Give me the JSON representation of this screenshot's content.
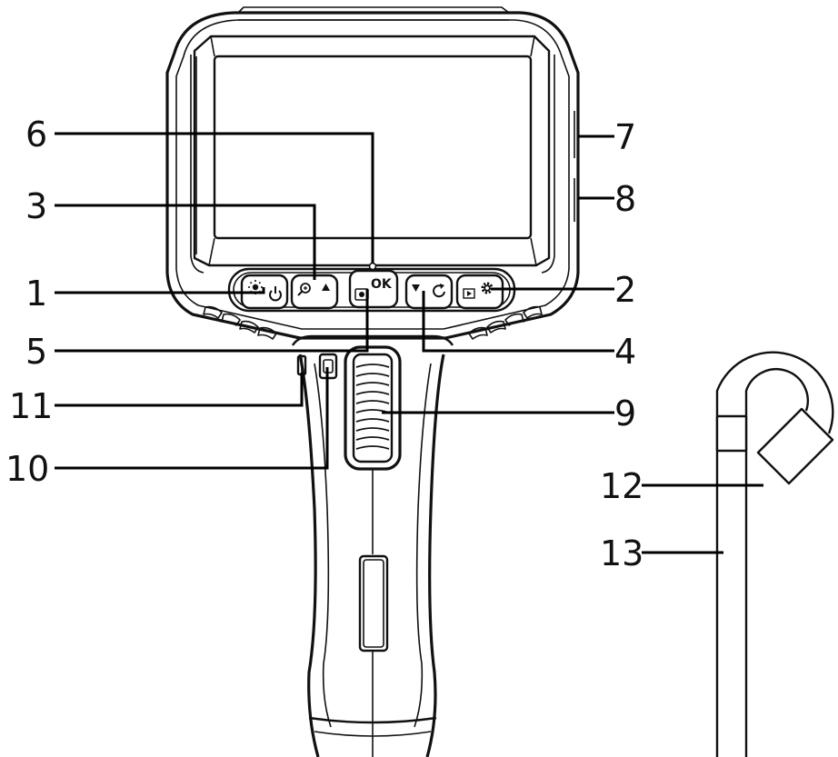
{
  "callouts": {
    "c1": "1",
    "c2": "2",
    "c3": "3",
    "c4": "4",
    "c5": "5",
    "c6": "6",
    "c7": "7",
    "c8": "8",
    "c9": "9",
    "c10": "10",
    "c11": "11",
    "c12": "12",
    "c13": "13"
  },
  "buttons": {
    "ok_label": "OK"
  },
  "icons": {
    "button_1": [
      "brightness-icon",
      "power-icon"
    ],
    "button_3": [
      "zoom-icon",
      "up-arrow-icon"
    ],
    "button_ok": [
      "camera-icon"
    ],
    "button_4": [
      "down-arrow-icon",
      "rotate-icon"
    ],
    "button_2": [
      "playback-icon",
      "gear-icon"
    ]
  }
}
